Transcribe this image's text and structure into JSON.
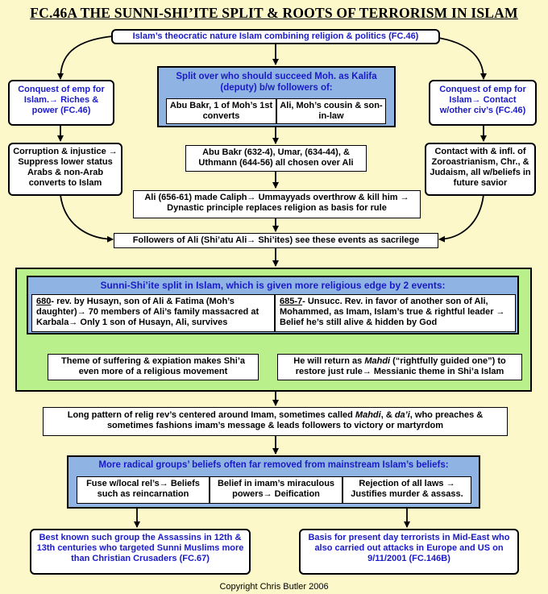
{
  "title": "FC.46A THE SUNNI-SHI’ITE SPLIT & ROOTS OF TERRORISM IN ISLAM",
  "top_box": "Islam’s theocratic nature Islam combining religion & politics (FC.46)",
  "left_conquest": "Conquest of emp for Islam.→ Riches & power (FC.46)",
  "right_conquest": "Conquest of emp for Islam→ Contact w/other civ’s (FC.46)",
  "succession": {
    "title": "Split over who should succeed Moh. as Kalifa (deputy) b/w followers of:",
    "left": "Abu Bakr, 1 of Moh’s 1st converts",
    "right": "Ali, Moh’s cousin & son-in-law"
  },
  "corruption": "Corruption & injustice → Suppress lower status Arabs & non-Arab converts to Islam",
  "contact": "Contact with & infl. of Zoroastrianism, Chr., & Judaism, all w/beliefs in future savior",
  "caliphs": "Abu Bakr (632-4), Umar, (634-44), & Uthmann (644-56) all chosen over Ali",
  "ali_caliph": "Ali (656-61) made Caliph→ Ummayyads overthrow & kill him → Dynastic principle replaces religion as basis for rule",
  "followers": "Followers of Ali (Shi’atu Ali→ Shi’ites) see these events as sacrilege",
  "split": {
    "title": "Sunni-Shi’ite split in Islam, which is given more religious edge by 2 events:",
    "event1_year": "680",
    "event1": "- rev. by Husayn, son of Ali & Fatima (Moh’s daughter)→ 70 members of Ali’s family massacred at Karbala→ Only 1 son of Husayn, Ali, survives",
    "event2_year": "685-7",
    "event2": "- Unsucc. Rev. in favor of another son of Ali, Mohammed, as Imam, Islam’s true & rightful leader → Belief he’s still alive & hidden by God",
    "result1": "Theme of suffering & expiation makes Shi’a even more of a religious movement",
    "result2_pre": "He will return as ",
    "result2_mahdi": "Mahdi",
    "result2_post": " (“rightfully guided one”) to restore just rule→ Messianic theme in Shi’a Islam"
  },
  "pattern": {
    "pre": "Long pattern of relig rev’s centered around Imam, sometimes called ",
    "mahdi": "Mahdi",
    "mid": ", & ",
    "dai": "da’i",
    "post": ", who preaches & sometimes fashions imam’s message & leads followers to victory or martyrdom"
  },
  "radical": {
    "title": "More radical groups’ beliefs often far removed from mainstream Islam’s beliefs:",
    "cells": [
      "Fuse w/local rel’s→ Beliefs such as reincarnation",
      "Belief in imam’s miraculous powers→ Deification",
      "Rejection of all laws → Justifies murder & assass."
    ]
  },
  "assassins": "Best known such group the Assassins in 12th & 13th centuries who targeted Sunni Muslims more than Christian Crusaders (FC.67)",
  "terrorists": "Basis for present day terrorists in Mid-East who also carried out attacks in Europe and US on 9/11/2001  (FC.146B)",
  "copyright": "Copyright Chris Butler 2006",
  "colors": {
    "background": "#fdf8c9",
    "blue_band": "#8fb4e3",
    "green_panel": "#b9f08c",
    "blue_text": "#1a1ac8"
  }
}
